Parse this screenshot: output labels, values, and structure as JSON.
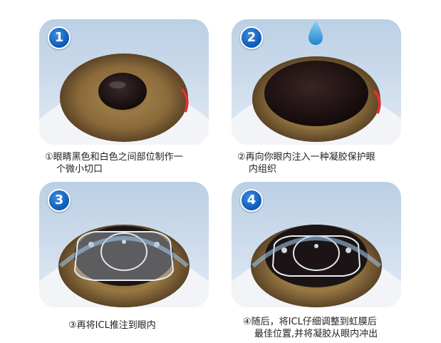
{
  "steps": [
    {
      "number": "1",
      "caption_line1": "①眼睛黑色和白色之间部位制作一",
      "caption_line2": "个微小切口"
    },
    {
      "number": "2",
      "caption_line1": "②再向你眼内注入一种凝胶保护眼",
      "caption_line2": "内组织"
    },
    {
      "number": "3",
      "caption_line1": "③再将ICL推注到眼内",
      "caption_line2": ""
    },
    {
      "number": "4",
      "caption_line1": "④随后，将ICL仔细调整到虹膜后",
      "caption_line2": "最佳位置,并将凝胶从眼内冲出"
    }
  ],
  "colors": {
    "badge": "#0a58b8",
    "iris": "#8a6a3a",
    "pupil": "#1a1010",
    "incision": "#e03030",
    "drop": "#3aa0e0"
  }
}
